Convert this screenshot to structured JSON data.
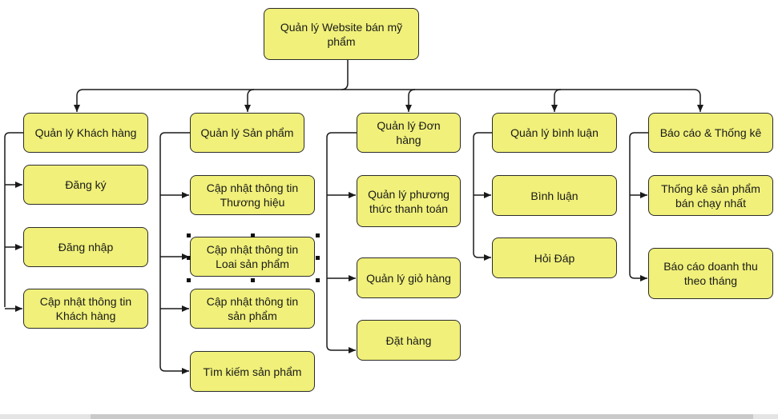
{
  "diagram": {
    "root": "Quản lý Website bán mỹ phẩm",
    "groups": [
      {
        "title": "Quản lý Khách hàng",
        "children": [
          "Đăng ký",
          "Đăng nhập",
          "Cập nhật thông tin Khách hàng"
        ]
      },
      {
        "title": "Quản lý Sản phẩm",
        "children": [
          "Cập nhật thông tin Thương hiệu",
          "Cập nhật thông tin Loai sản phẩm",
          "Cập nhật thông tin sản phẩm",
          "Tìm kiếm sản phẩm"
        ]
      },
      {
        "title": "Quản lý Đơn hàng",
        "children": [
          "Quản lý phương thức thanh toán",
          "Quản lý giỏ hàng",
          "Đặt hàng"
        ]
      },
      {
        "title": "Quản lý bình luận",
        "children": [
          "Bình luận",
          "Hỏi Đáp"
        ]
      },
      {
        "title": "Báo cáo & Thống kê",
        "children": [
          "Thống kê sản phẩm bán chạy nhất",
          "Báo cáo doanh thu theo tháng"
        ]
      }
    ],
    "colors": {
      "node_fill": "#f0f07a",
      "line": "#1a1a1a"
    }
  }
}
